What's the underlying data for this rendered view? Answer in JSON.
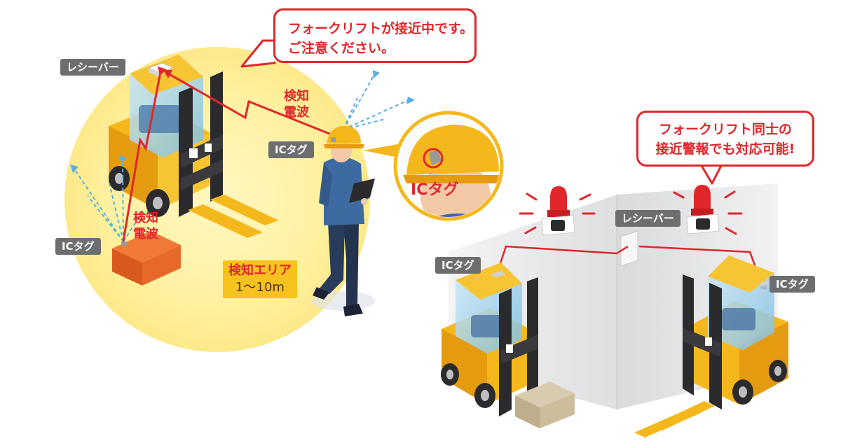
{
  "bubble_top": {
    "line1": "フォークリフトが接近中です。",
    "line2": "ご注意ください。"
  },
  "bubble_right": {
    "line1": "フォークリフト同士の",
    "line2": "接近警報でも対応可能!"
  },
  "labels": {
    "receiver_left": "レシーバー",
    "receiver_right": "レシーバー",
    "ic_tag_helmet": "ICタグ",
    "ic_tag_box": "ICタグ",
    "ic_tag_zoom": "ICタグ",
    "ic_tag_forklift_left": "ICタグ",
    "ic_tag_forklift_right": "ICタグ",
    "detect_wave_upper_1": "検知",
    "detect_wave_upper_2": "電波",
    "detect_wave_lower_1": "検知",
    "detect_wave_lower_2": "電波",
    "detect_area_title": "検知エリア",
    "detect_area_range": "1〜10m"
  },
  "colors": {
    "alert_red": "#e0262b",
    "forklift_yellow": "#f5b81c",
    "area_glow": "#fff2a8",
    "tag_gray": "#6d6e70",
    "wave_blue": "#5aaee0"
  },
  "icons": [
    "forklift",
    "worker-with-tablet",
    "helmet",
    "warning-beacon",
    "cargo-box",
    "radio-wave"
  ]
}
